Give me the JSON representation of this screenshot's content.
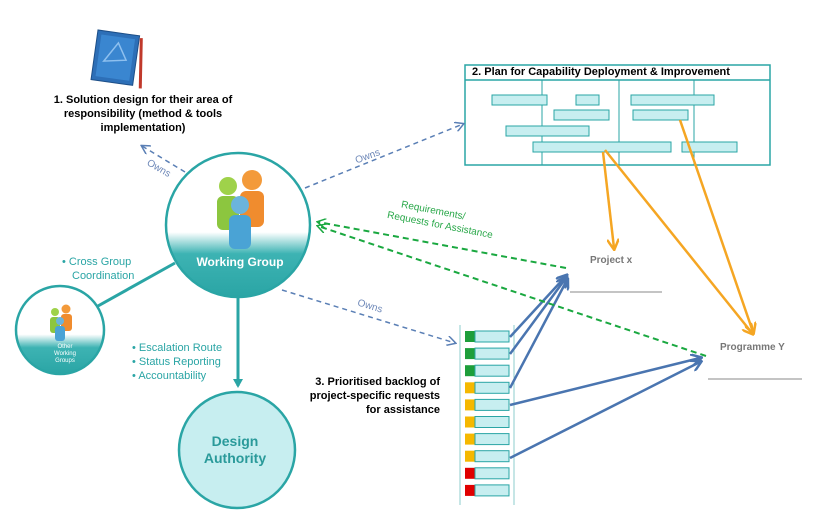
{
  "notes": {
    "solution_design": "1.    Solution design for their area of responsibility (method & tools implementation)",
    "plan_title": "2. Plan for Capability Deployment & Improvement",
    "backlog": "3. Prioritised backlog of project-specific requests for assistance"
  },
  "nodes": {
    "working_group": "Working Group",
    "design_authority_line1": "Design",
    "design_authority_line2": "Authority",
    "other_groups_line1": "Other",
    "other_groups_line2": "Working",
    "other_groups_line3": "Groups",
    "project_x": "Project x",
    "programme_y": "Programme Y"
  },
  "edge_labels": {
    "owns_design": "Owns",
    "owns_plan": "Owns",
    "owns_backlog": "Owns",
    "requirements_line1": "Requirements/",
    "requirements_line2": "Requests for Assistance"
  },
  "bullets": {
    "cross_group": [
      "Cross Group",
      "Coordination"
    ],
    "escalation": [
      "Escalation Route",
      "Status Reporting",
      "Accountability"
    ]
  },
  "backlog_status": [
    "green",
    "green",
    "green",
    "amber",
    "amber",
    "amber",
    "amber",
    "amber",
    "red",
    "red"
  ],
  "colors": {
    "teal": "#2aa5a5",
    "teal_fill": "#c7eef0",
    "green": "#1d9e3a",
    "amber": "#f5b800",
    "red": "#e00000",
    "orange_arrow": "#f5a623",
    "blue_arrow": "#4a75b0",
    "dashed_blue": "#5a7fb5",
    "dashed_green": "#1aa840"
  },
  "icons": [
    "notebook-icon",
    "people-group-icon",
    "small-people-group-icon"
  ]
}
